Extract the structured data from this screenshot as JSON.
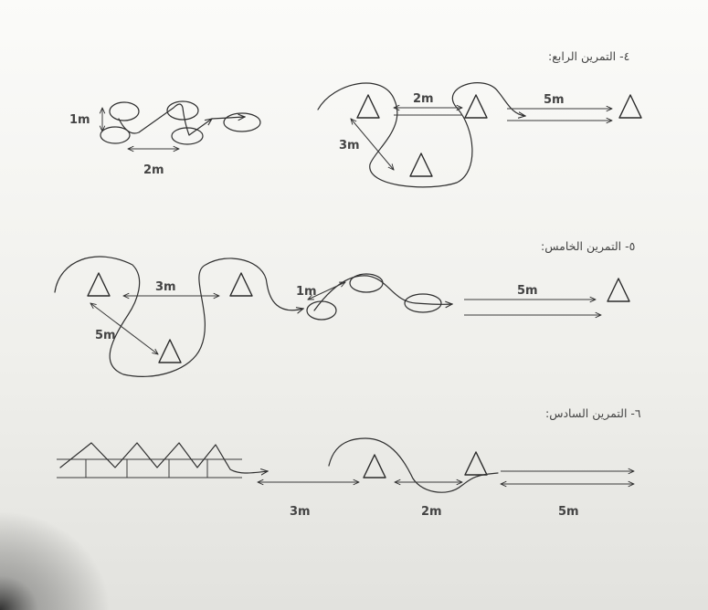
{
  "exercises": [
    {
      "heading": "٤- التمرين الرابع:",
      "labels": {
        "hurdle_gap": "1m",
        "hurdle_spacing": "2m",
        "cone_gap": "2m",
        "cone_diagonal": "3m",
        "sprint": "5m"
      }
    },
    {
      "heading": "٥- التمرين الخامس:",
      "labels": {
        "cone_gap": "3m",
        "cone_diagonal": "5m",
        "hurdle_gap": "1m",
        "sprint": "5m"
      }
    },
    {
      "heading": "٦- التمرين السادس:",
      "labels": {
        "run_1": "3m",
        "run_2": "2m",
        "sprint": "5m"
      }
    }
  ],
  "colors": {
    "ink": "#2f2f2f",
    "paper": "#f4f4f1",
    "shadow": "#1a1a1a"
  },
  "icons": [
    "cone-icon",
    "hurdle-circle-icon",
    "arrow-icon",
    "zigzag-ladder-icon"
  ]
}
